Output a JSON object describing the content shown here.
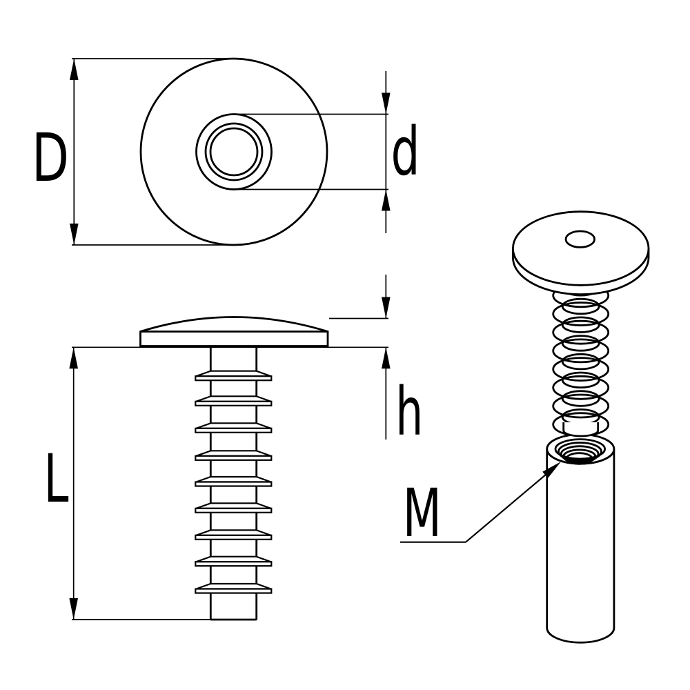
{
  "colors": {
    "line": "#000000",
    "background": "#ffffff"
  },
  "labels": {
    "outer_diameter": "D",
    "thread_diameter": "d",
    "length": "L",
    "head_height": "h",
    "thread_size": "M"
  }
}
